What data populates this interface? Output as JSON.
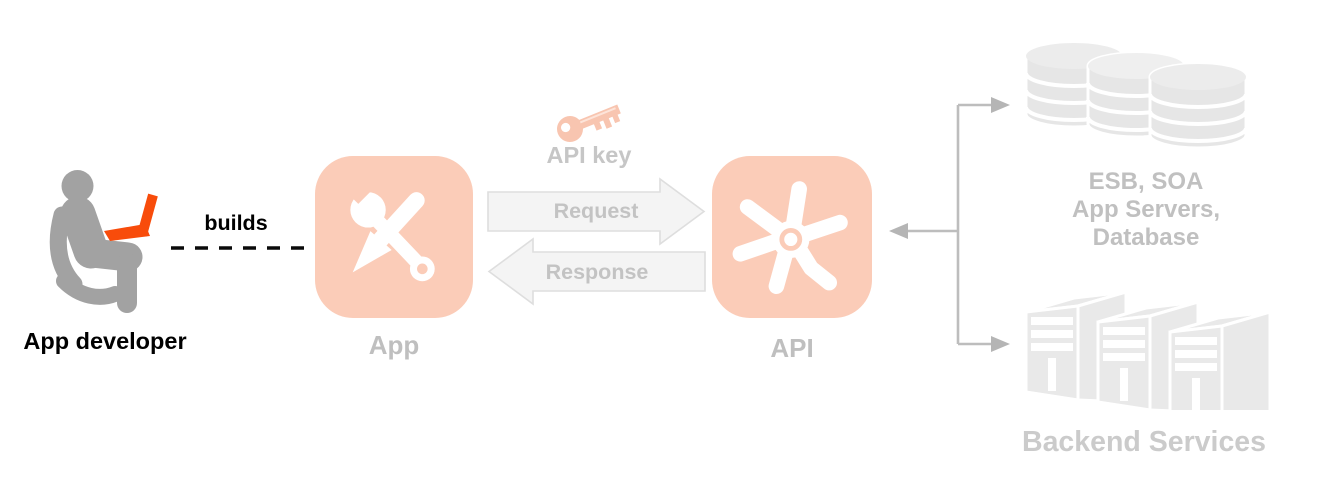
{
  "developer": {
    "label": "App developer",
    "action_label": "builds"
  },
  "app": {
    "label": "App"
  },
  "flow": {
    "api_key_label": "API key",
    "request_label": "Request",
    "response_label": "Response"
  },
  "api": {
    "label": "API"
  },
  "backend": {
    "top_lines": [
      "ESB, SOA",
      "App Servers,",
      "Database"
    ],
    "bottom_label": "Backend Services"
  },
  "colors": {
    "accent_salmon": "#fbccb8",
    "key_salmon": "#f8c5b0",
    "highlight_orange": "#f84c0b",
    "person_gray": "#a2a2a2",
    "muted_label_gray": "#c3c3c3",
    "backend_text_gray": "#c0c0c0",
    "backend_fill_gray": "#e7e7e7",
    "arrow_fill": "#f4f4f4",
    "arrow_stroke": "#dedede",
    "connector_gray": "#bdbdbd",
    "text_black": "#000000"
  }
}
